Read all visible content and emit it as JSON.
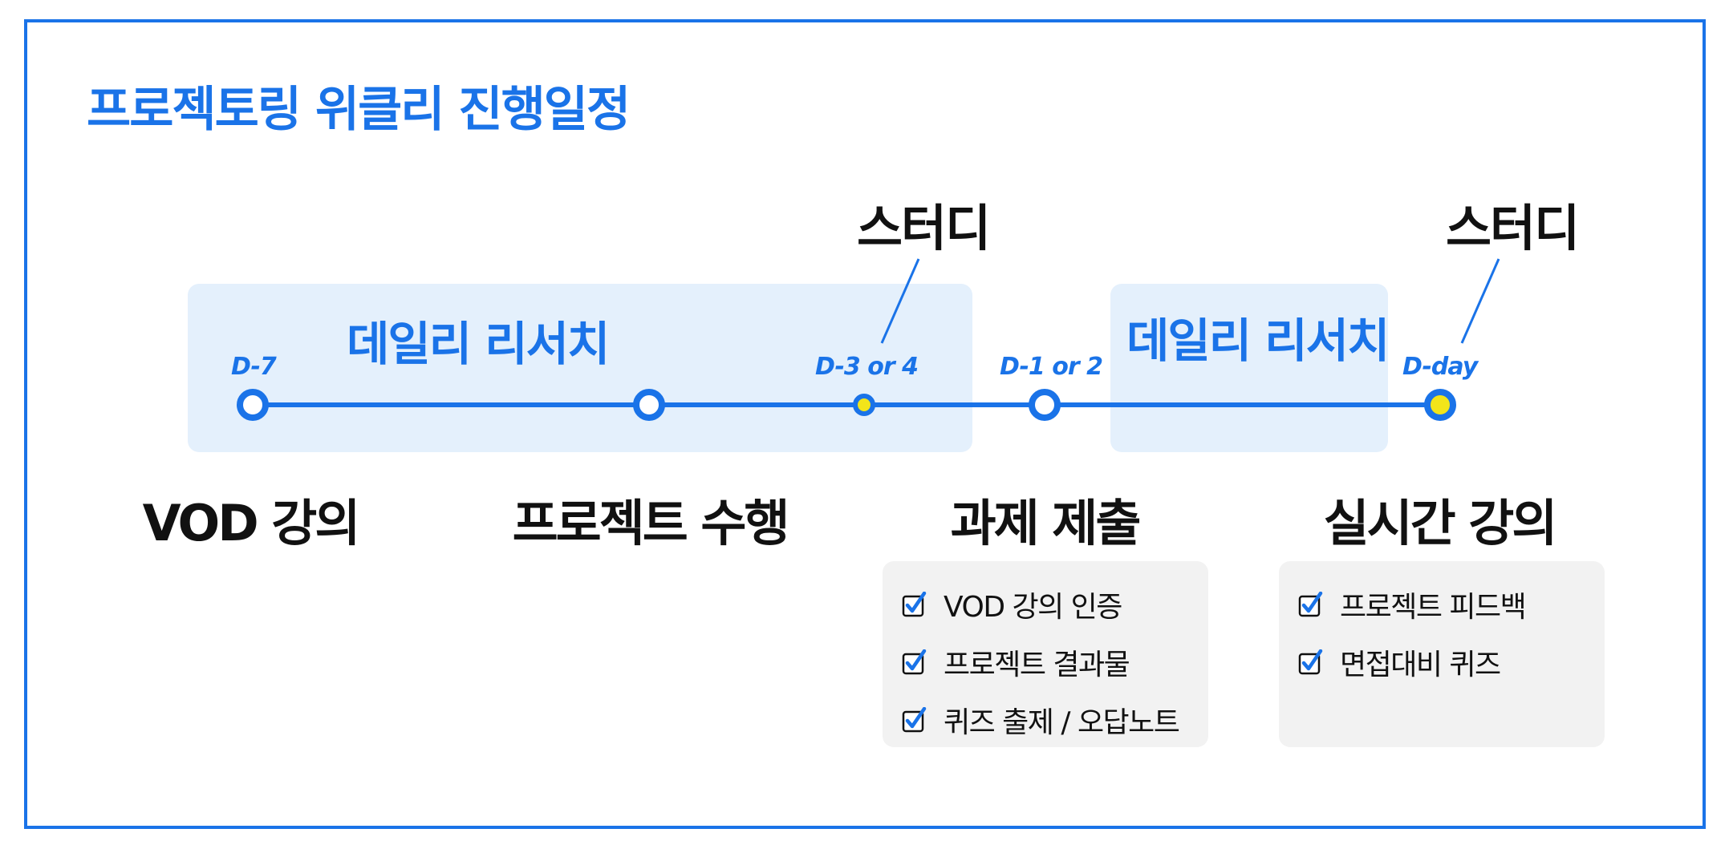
{
  "title": "프로젝토링 위클리 진행일정",
  "bands": [
    {
      "label": "데일리 리서치"
    },
    {
      "label": "데일리 리서치"
    }
  ],
  "study_labels": [
    "스터디",
    "스터디"
  ],
  "days": [
    "D-7",
    "D-3 or 4",
    "D-1 or 2",
    "D-day"
  ],
  "stages": [
    "VOD 강의",
    "프로젝트 수행",
    "과제 제출",
    "실시간 강의"
  ],
  "checklists": [
    {
      "items": [
        "VOD 강의 인증",
        "프로젝트 결과물",
        "퀴즈 출제 / 오답노트"
      ]
    },
    {
      "items": [
        "프로젝트 피드백",
        "면접대비 퀴즈"
      ]
    }
  ],
  "colors": {
    "accent": "#1a73e8",
    "band": "#e4f0fc",
    "highlight_node": "#f2e51a",
    "panel": "#f2f2f2",
    "text": "#111111"
  },
  "icons": {
    "check": "checkbox-checked-icon"
  }
}
